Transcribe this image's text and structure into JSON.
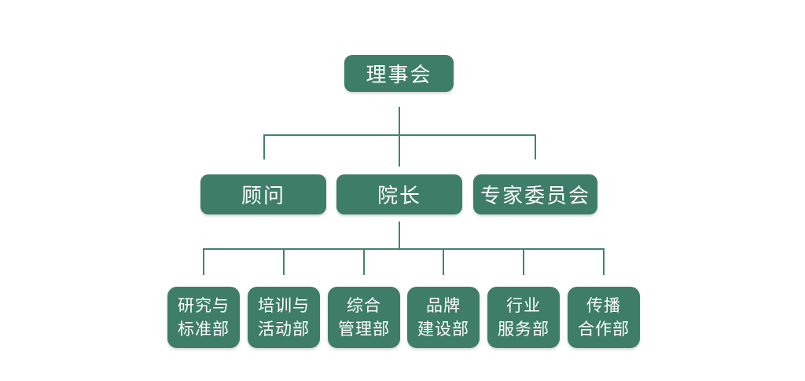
{
  "diagram": {
    "type": "org-chart",
    "background_color": "#ffffff",
    "node_fill_color": "#3e7d68",
    "connector_color": "#45826d",
    "text_color": "#ffffff"
  },
  "nodes": [
    {
      "id": "board",
      "label": "理事会",
      "parent": null,
      "level": 1
    },
    {
      "id": "advisor",
      "label": "顾问",
      "parent": "board",
      "level": 2
    },
    {
      "id": "dean",
      "label": "院长",
      "parent": "board",
      "level": 2
    },
    {
      "id": "expert_committee",
      "label": "专家委员会",
      "parent": "board",
      "level": 2
    },
    {
      "id": "research_standards",
      "label": "研究与\n标准部",
      "parent": "dean",
      "level": 3
    },
    {
      "id": "training_events",
      "label": "培训与\n活动部",
      "parent": "dean",
      "level": 3
    },
    {
      "id": "general_admin",
      "label": "综合\n管理部",
      "parent": "dean",
      "level": 3
    },
    {
      "id": "brand_building",
      "label": "品牌\n建设部",
      "parent": "dean",
      "level": 3
    },
    {
      "id": "industry_service",
      "label": "行业\n服务部",
      "parent": "dean",
      "level": 3
    },
    {
      "id": "communication_cooperation",
      "label": "传播\n合作部",
      "parent": "dean",
      "level": 3
    }
  ]
}
